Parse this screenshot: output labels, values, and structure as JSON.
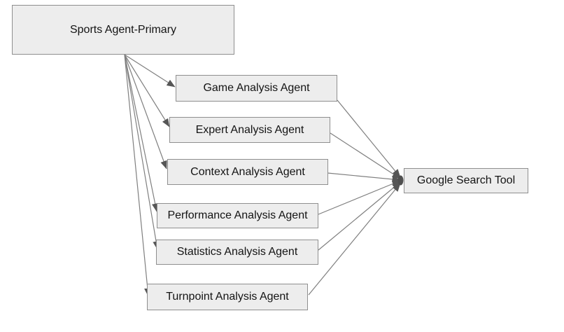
{
  "diagram": {
    "title": "Sports agent hierarchy diagram",
    "colors": {
      "background": "#ffffff",
      "node_fill": "#ededed",
      "node_border": "#8f8f8f",
      "edge_stroke": "#7f7f7f",
      "arrowhead_fill": "#565656",
      "text": "#141414"
    },
    "nodes": [
      {
        "id": "sports-agent-primary",
        "label": "Sports Agent-Primary"
      },
      {
        "id": "game-analysis-agent",
        "label": "Game Analysis Agent"
      },
      {
        "id": "expert-analysis-agent",
        "label": "Expert Analysis Agent"
      },
      {
        "id": "context-analysis-agent",
        "label": "Context Analysis Agent"
      },
      {
        "id": "performance-analysis-agent",
        "label": "Performance Analysis Agent"
      },
      {
        "id": "statistics-analysis-agent",
        "label": "Statistics Analysis Agent"
      },
      {
        "id": "turnpoint-analysis-agent",
        "label": "Turnpoint Analysis Agent"
      },
      {
        "id": "google-search-tool",
        "label": "Google Search Tool"
      }
    ],
    "edges": [
      {
        "from": "Sports Agent-Primary",
        "to": "Game Analysis Agent"
      },
      {
        "from": "Sports Agent-Primary",
        "to": "Expert Analysis Agent"
      },
      {
        "from": "Sports Agent-Primary",
        "to": "Context Analysis Agent"
      },
      {
        "from": "Sports Agent-Primary",
        "to": "Performance Analysis Agent"
      },
      {
        "from": "Sports Agent-Primary",
        "to": "Statistics Analysis Agent"
      },
      {
        "from": "Sports Agent-Primary",
        "to": "Turnpoint Analysis Agent"
      },
      {
        "from": "Game Analysis Agent",
        "to": "Google Search Tool"
      },
      {
        "from": "Expert Analysis Agent",
        "to": "Google Search Tool"
      },
      {
        "from": "Context Analysis Agent",
        "to": "Google Search Tool"
      },
      {
        "from": "Performance Analysis Agent",
        "to": "Google Search Tool"
      },
      {
        "from": "Statistics Analysis Agent",
        "to": "Google Search Tool"
      },
      {
        "from": "Turnpoint Analysis Agent",
        "to": "Google Search Tool"
      }
    ]
  }
}
